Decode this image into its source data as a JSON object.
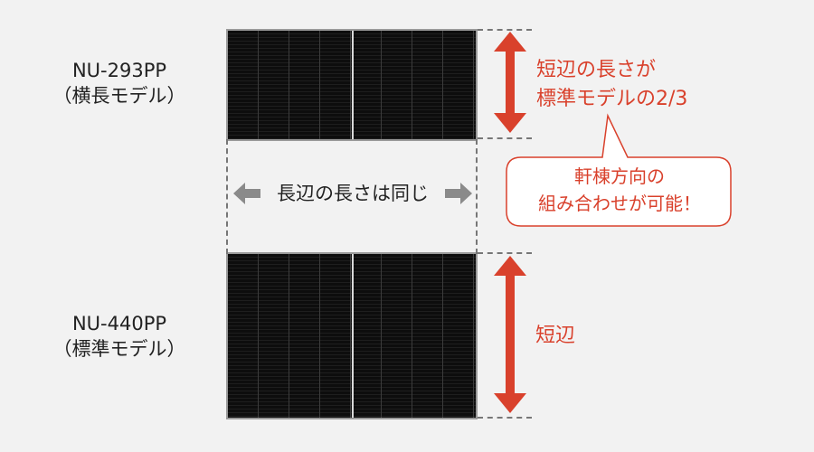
{
  "models": [
    {
      "name": "NU-293PP",
      "type": "（横長モデル）"
    },
    {
      "name": "NU-440PP",
      "type": "（標準モデル）"
    }
  ],
  "middle_label": "長辺の長さは同じ",
  "top_note": {
    "line1": "短辺の長さが",
    "line2": "標準モデルの2/3"
  },
  "callout": {
    "line1": "軒棟方向の",
    "line2": "組み合わせが可能！"
  },
  "bottom_note": "短辺",
  "colors": {
    "accent": "#d9412c",
    "arrow_gray": "#8a8a8a",
    "panel": "#0d0d0d"
  }
}
